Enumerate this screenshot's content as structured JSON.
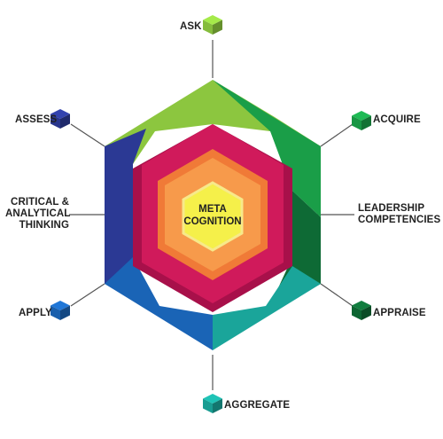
{
  "center": {
    "label": "META\nCOGNITION",
    "color": "#f5f04a"
  },
  "rings": {
    "orange_inner": "#f79a4b",
    "orange_outer": "#f07a37",
    "magenta": "#d01a5b",
    "magenta_dark": "#a8104a"
  },
  "outer_segments": {
    "ask": "#8cc63f",
    "acquire": "#1a9e48",
    "appraise": "#0e6a35",
    "aggregate": "#1aa59a",
    "apply": "#1a64b6",
    "assess": "#2b3994"
  },
  "labels": {
    "ask": "ASK",
    "acquire": "ACQUIRE",
    "appraise": "APPRAISE",
    "aggregate": "AGGREGATE",
    "apply": "APPLY",
    "assess": "ASSESS",
    "critical": "CRITICAL &\nANALYTICAL\nTHINKING",
    "leadership": "LEADERSHIP\nCOMPETENCIES"
  },
  "cube_colors": {
    "ask": "#8cc63f",
    "acquire": "#1a9e48",
    "appraise": "#0e6a35",
    "aggregate": "#1aa59a",
    "apply": "#1a64b6",
    "assess": "#2b3994"
  }
}
